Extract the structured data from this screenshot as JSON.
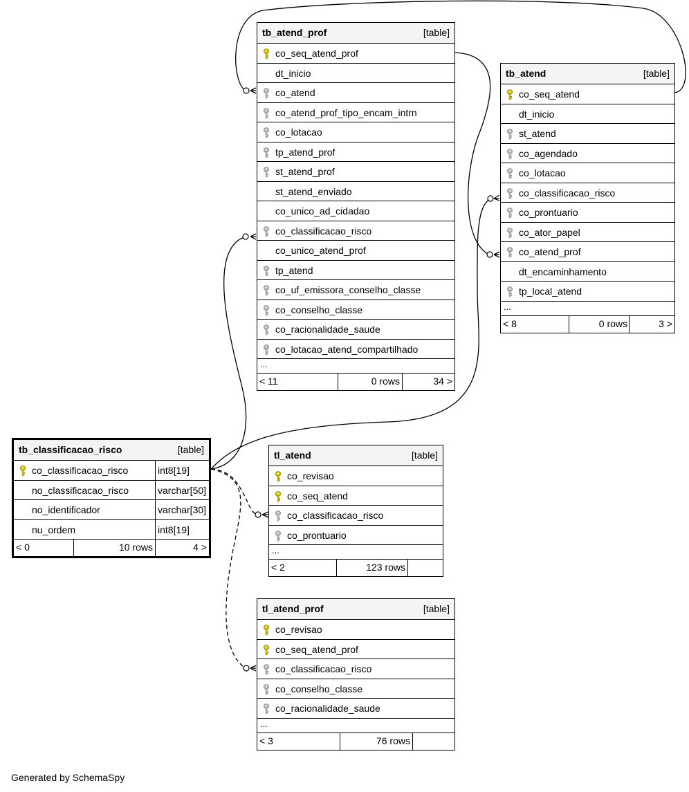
{
  "credit": "Generated by SchemaSpy",
  "kind_label": "[table]",
  "ellipsis": "...",
  "tables": {
    "tb_atend_prof": {
      "name": "tb_atend_prof",
      "columns": [
        "co_seq_atend_prof",
        "dt_inicio",
        "co_atend",
        "co_atend_prof_tipo_encam_intrn",
        "co_lotacao",
        "tp_atend_prof",
        "st_atend_prof",
        "st_atend_enviado",
        "co_unico_ad_cidadao",
        "co_classificacao_risco",
        "co_unico_atend_prof",
        "tp_atend",
        "co_uf_emissora_conselho_classe",
        "co_conselho_classe",
        "co_racionalidade_saude",
        "co_lotacao_atend_compartilhado"
      ],
      "keys": [
        "primary",
        "none",
        "foreign",
        "foreign",
        "foreign",
        "foreign",
        "foreign",
        "none",
        "none",
        "foreign",
        "none",
        "foreign",
        "foreign",
        "foreign",
        "foreign",
        "foreign"
      ],
      "footer": [
        "< 11",
        "0 rows",
        "34 >"
      ]
    },
    "tb_atend": {
      "name": "tb_atend",
      "columns": [
        "co_seq_atend",
        "dt_inicio",
        "st_atend",
        "co_agendado",
        "co_lotacao",
        "co_classificacao_risco",
        "co_prontuario",
        "co_ator_papel",
        "co_atend_prof",
        "dt_encaminhamento",
        "tp_local_atend"
      ],
      "keys": [
        "primary",
        "none",
        "foreign",
        "foreign",
        "foreign",
        "foreign",
        "foreign",
        "foreign",
        "foreign",
        "none",
        "foreign"
      ],
      "footer": [
        "< 8",
        "0 rows",
        "3 >"
      ]
    },
    "tb_classificacao_risco": {
      "name": "tb_classificacao_risco",
      "columns": [
        "co_classificacao_risco",
        "no_classificacao_risco",
        "no_identificador",
        "nu_ordem"
      ],
      "types": [
        "int8[19]",
        "varchar[50]",
        "varchar[30]",
        "int8[19]"
      ],
      "keys": [
        "primary",
        "none",
        "none",
        "none"
      ],
      "footer": [
        "< 0",
        "10 rows",
        "4 >"
      ]
    },
    "tl_atend": {
      "name": "tl_atend",
      "columns": [
        "co_revisao",
        "co_seq_atend",
        "co_classificacao_risco",
        "co_prontuario"
      ],
      "keys": [
        "primary",
        "primary",
        "foreign",
        "foreign"
      ],
      "footer": [
        "< 2",
        "123 rows",
        ""
      ]
    },
    "tl_atend_prof": {
      "name": "tl_atend_prof",
      "columns": [
        "co_revisao",
        "co_seq_atend_prof",
        "co_classificacao_risco",
        "co_conselho_classe",
        "co_racionalidade_saude"
      ],
      "keys": [
        "primary",
        "primary",
        "foreign",
        "foreign",
        "foreign"
      ],
      "footer": [
        "< 3",
        "76 rows",
        ""
      ]
    }
  }
}
